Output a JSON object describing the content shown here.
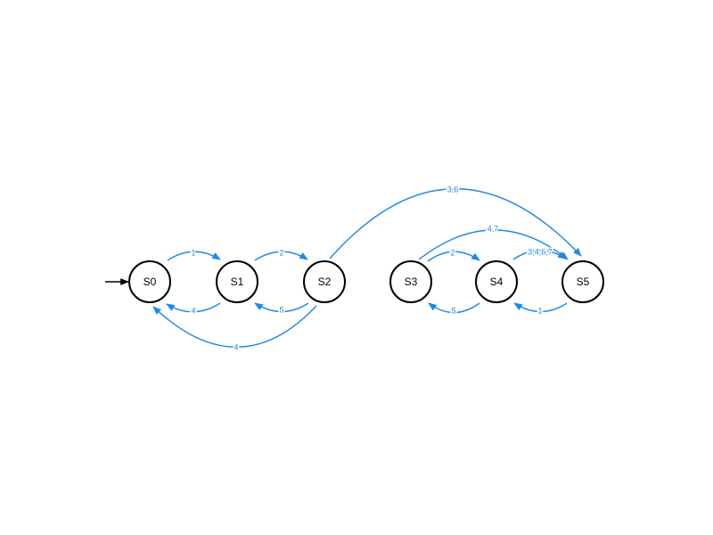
{
  "diagram": {
    "edge_color": "#1e88e5",
    "node_color": "#000000",
    "start_arrow": true,
    "states": [
      {
        "id": "S0",
        "label": "S0",
        "initial": true
      },
      {
        "id": "S1",
        "label": "S1"
      },
      {
        "id": "S2",
        "label": "S2"
      },
      {
        "id": "S3",
        "label": "S3"
      },
      {
        "id": "S4",
        "label": "S4"
      },
      {
        "id": "S5",
        "label": "S5"
      }
    ],
    "transitions": [
      {
        "from": "S0",
        "to": "S1",
        "label": "1"
      },
      {
        "from": "S1",
        "to": "S0",
        "label": "4"
      },
      {
        "from": "S1",
        "to": "S2",
        "label": "2"
      },
      {
        "from": "S2",
        "to": "S1",
        "label": "5"
      },
      {
        "from": "S2",
        "to": "S0",
        "label": "4"
      },
      {
        "from": "S2",
        "to": "S5",
        "label": "3,6"
      },
      {
        "from": "S3",
        "to": "S4",
        "label": "2"
      },
      {
        "from": "S4",
        "to": "S3",
        "label": "5"
      },
      {
        "from": "S3",
        "to": "S5",
        "label": "4,7"
      },
      {
        "from": "S4",
        "to": "S5",
        "label": "3,4,6,7"
      },
      {
        "from": "S5",
        "to": "S4",
        "label": "1"
      }
    ]
  }
}
